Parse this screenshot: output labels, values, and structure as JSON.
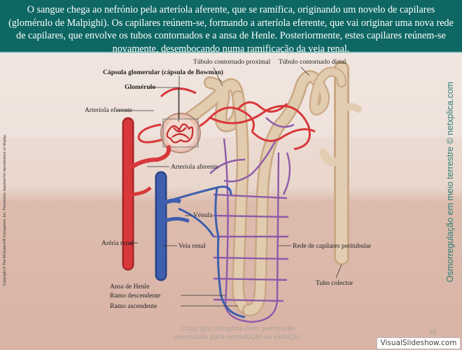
{
  "header": {
    "text": "O sangue chega ao nefrónio pela arteríola aferente, que se ramifica, originando um novelo de capilares (glomérulo de Malpighi). Os capilares reúnem-se, formando a arteríola eferente, que vai originar uma nova rede de capilares, que envolve os tubos contornados e a ansa de Henle. Posteriormente, estes capilares reúnem-se novamente, desembocando numa ramificação  da veia renal."
  },
  "labels": {
    "tubulo_proximal": "Túbulo contornado proximal",
    "tubulo_distal": "Túbulo contornado distal",
    "capsula": "Cápsula glomerular (cápsula de Bowman)",
    "glomerulo": "Glomérulo",
    "arteriola_eferente": "Arteríola eferente",
    "arteriola_aferente": "Arteríola aferente",
    "venula": "Vénula",
    "arteria_renal": "Aréria renal",
    "veia_renal": "Veia renal",
    "rede_capilares": "Rede de capilares peritubular",
    "tubo_colector": "Tubo colector",
    "ansa_henle": "Ansa de Henle",
    "ramo_descendente": "Ramo descendente",
    "ramo_ascendente": "Ramo ascendente"
  },
  "side_text_right": "Osmorregulação em meio terrestre © netxplica.com",
  "side_text_left": "Copyright © The McGraw-Hill Companies, Inc. Permission required for reproduction or display.",
  "footer": {
    "copyright": "Copyright netxplica.com; permissão necessária para reprodução ou exibição.",
    "page_number": "38",
    "watermark": "VisualSlideshow.com"
  },
  "colors": {
    "header_bg": "#0e6763",
    "artery": "#d8383a",
    "vein": "#3e5fae",
    "capillary": "#8e5aa8",
    "tubule": "#dcc3a6",
    "tissue": "#dcb9ac"
  }
}
